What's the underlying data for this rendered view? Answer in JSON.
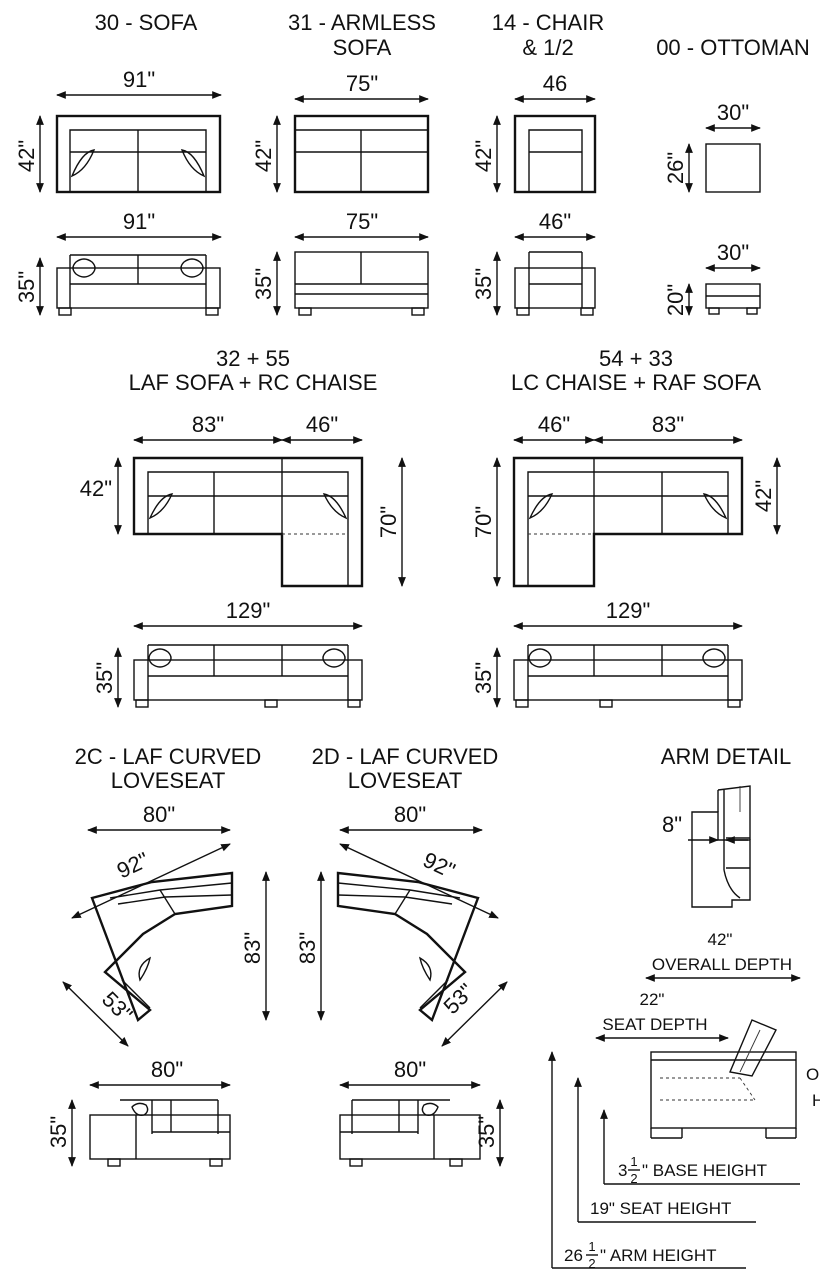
{
  "titles": {
    "sofa": "30 - SOFA",
    "armless_1": "31 - ARMLESS",
    "armless_2": "SOFA",
    "chair_1": "14 - CHAIR",
    "chair_2": "& 1/2",
    "ottoman": "00 - OTTOMAN",
    "laf_1": "32 + 55",
    "laf_2": "LAF SOFA + RC CHAISE",
    "raf_1": "54 + 33",
    "raf_2": "LC CHAISE + RAF SOFA",
    "curved2c_1": "2C - LAF CURVED",
    "curved2c_2": "LOVESEAT",
    "curved2d_1": "2D - LAF CURVED",
    "curved2d_2": "LOVESEAT",
    "arm_detail": "ARM DETAIL"
  },
  "dims": {
    "sofa_w": "91\"",
    "sofa_d": "42\"",
    "sofa_fw": "91\"",
    "sofa_h": "35\"",
    "armless_w": "75\"",
    "armless_d": "42\"",
    "armless_fw": "75\"",
    "armless_h": "35\"",
    "chair_w": "46",
    "chair_d": "42\"",
    "chair_fw": "46\"",
    "chair_h": "35\"",
    "ott_w": "30\"",
    "ott_d": "26\"",
    "ott_fw": "30\"",
    "ott_h": "20\"",
    "laf_sofa_w": "83\"",
    "laf_chaise_w": "46\"",
    "laf_d": "42\"",
    "laf_len": "70\"",
    "laf_total": "129\"",
    "laf_h": "35\"",
    "raf_chaise_w": "46\"",
    "raf_sofa_w": "83\"",
    "raf_len": "70\"",
    "raf_d": "42\"",
    "raf_total": "129\"",
    "raf_h": "35\"",
    "c2c_w": "80\"",
    "c2c_diag": "92\"",
    "c2c_side": "53\"",
    "c2c_depth": "83\"",
    "c2c_fw": "80\"",
    "c2c_h": "35\"",
    "c2d_w": "80\"",
    "c2d_diag": "92\"",
    "c2d_side": "53\"",
    "c2d_depth": "83\"",
    "c2d_fw": "80\"",
    "c2d_h": "35\"",
    "arm_w": "8\""
  },
  "specs": {
    "overall_depth_value": "42\"",
    "overall_depth_label": "OVERALL DEPTH",
    "seat_depth_value": "22\"",
    "seat_depth_label": "SEAT DEPTH",
    "base_height_whole": "3",
    "base_height_label": "\" BASE HEIGHT",
    "seat_height_label": "19\" SEAT HEIGHT",
    "arm_height_whole": "26",
    "arm_height_label": "\" ARM HEIGHT",
    "fraction_num": "1",
    "fraction_den": "2",
    "cutoff_letter_1": "O",
    "cutoff_letter_2": "H"
  }
}
